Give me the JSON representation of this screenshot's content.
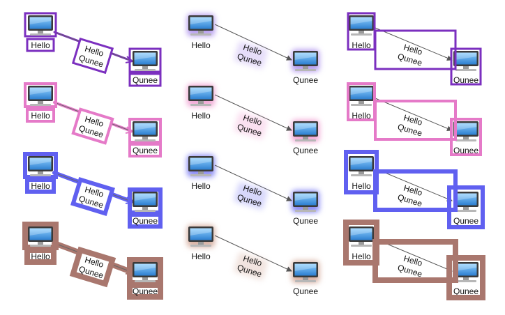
{
  "diagram": {
    "labels": {
      "source": "Hello",
      "target": "Qunee",
      "link": [
        "Hello",
        "Qunee"
      ]
    },
    "styles": [
      "selection-border",
      "shadow-glow",
      "selection-bounding-box"
    ],
    "rows": [
      {
        "color": "#7b2fbf",
        "glow": "#b9a0f0"
      },
      {
        "color": "#e57ac8",
        "glow": "#f2a9d6"
      },
      {
        "color": "#6060f0",
        "glow": "#8e8ef5"
      },
      {
        "color": "#a9776e",
        "glow": "#d9b2a4"
      }
    ],
    "icon": {
      "name": "computer-monitor-icon",
      "screen": "#49a2e8",
      "frame": "#3a3a3a",
      "stand": "#b7b7b7"
    },
    "link_color": "#555555"
  }
}
